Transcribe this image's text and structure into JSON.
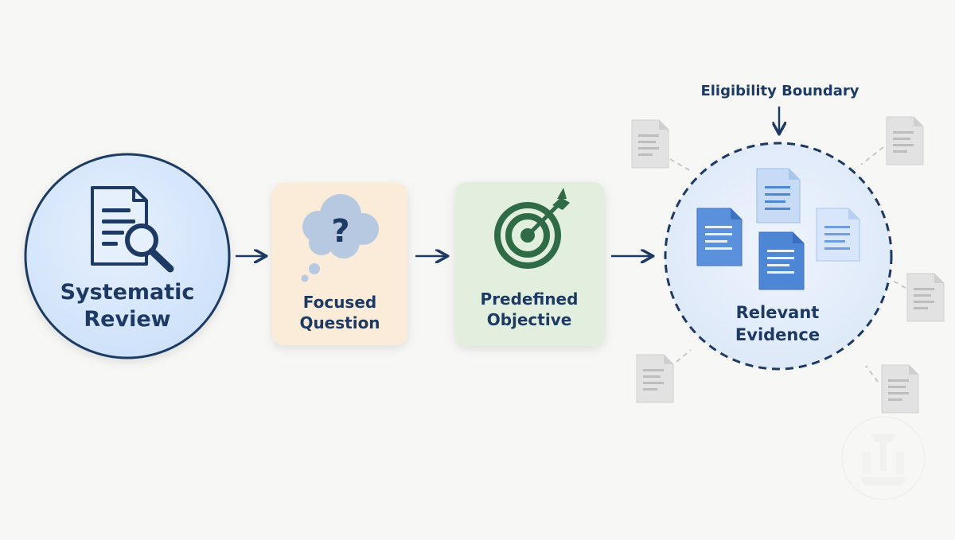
{
  "diagram": {
    "nodes": [
      {
        "id": "review",
        "lines": [
          "Systematic",
          "Review"
        ],
        "icon": "document-search-icon"
      },
      {
        "id": "question",
        "lines": [
          "Focused",
          "Question"
        ],
        "icon": "thought-bubble-question-icon"
      },
      {
        "id": "objective",
        "lines": [
          "Predefined",
          "Objective"
        ],
        "icon": "target-arrow-icon"
      },
      {
        "id": "evidence",
        "lines": [
          "Relevant",
          "Evidence"
        ],
        "icon": "document-cluster-icon"
      }
    ],
    "boundary_label": "Eligibility Boundary",
    "edges": [
      {
        "from": "review",
        "to": "question"
      },
      {
        "from": "question",
        "to": "objective"
      },
      {
        "from": "objective",
        "to": "evidence"
      }
    ]
  },
  "colors": {
    "navy": "#1c3a63",
    "blue_fill": "#d7e7fb",
    "blue_doc": "#4e86d6",
    "question_bg": "#fbecd9",
    "objective_bg": "#e3efde",
    "target_green": "#2e6b46",
    "gray_doc": "#dedede"
  },
  "watermark": {
    "icon": "watermark-logo-icon"
  }
}
